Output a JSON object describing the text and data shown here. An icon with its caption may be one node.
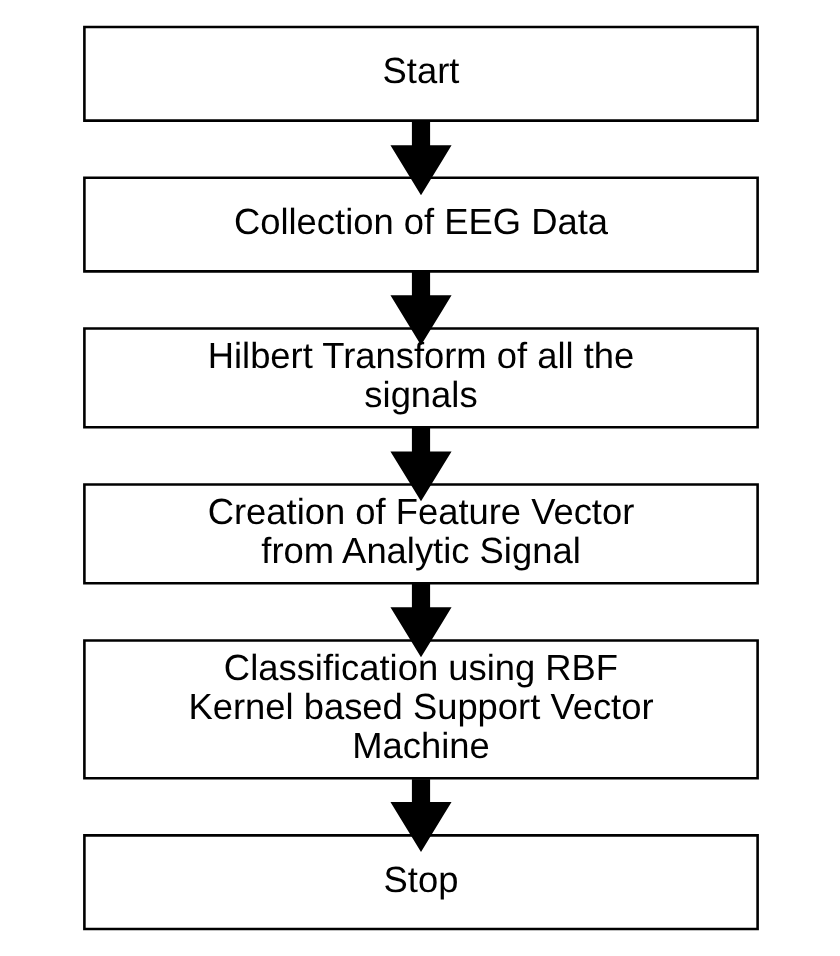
{
  "diagram": {
    "nodes": [
      {
        "text": [
          "Start"
        ]
      },
      {
        "text": [
          "Collection of EEG Data"
        ]
      },
      {
        "text": [
          "Hilbert Transform of all the signals"
        ]
      },
      {
        "text": [
          "Creation of Feature Vector from Analytic Signal"
        ]
      },
      {
        "text": [
          "Classification using RBF Kernel based Support Vector Machine"
        ]
      },
      {
        "text": [
          "Stop"
        ]
      }
    ],
    "edges": [
      {
        "from": 0,
        "to": 1,
        "arrow": "to"
      },
      {
        "from": 1,
        "to": 2,
        "arrow": "to"
      },
      {
        "from": 2,
        "to": 3,
        "arrow": "to"
      },
      {
        "from": 3,
        "to": 4,
        "arrow": "to"
      },
      {
        "from": 4,
        "to": 5,
        "arrow": "to"
      }
    ]
  }
}
